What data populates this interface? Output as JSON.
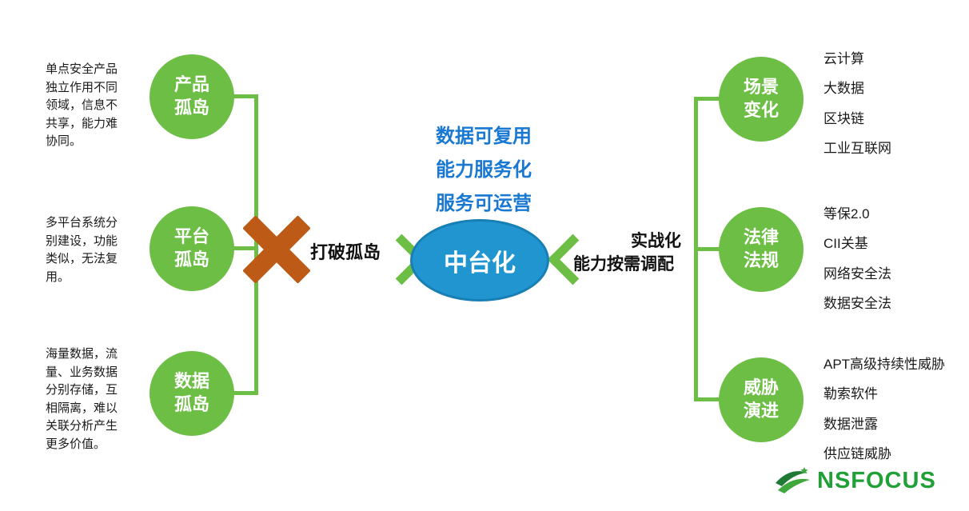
{
  "colors": {
    "island_green": "#6CBE45",
    "hub_blue": "#2095D0",
    "benefit_blue": "#1878D2",
    "x_brown": "#BD5A15",
    "logo_green": "#21A038"
  },
  "left_section": {
    "items": [
      {
        "desc": "单点安全产品独立作用不同领域，信息不共享，能力难协同。",
        "circle_line1": "产品",
        "circle_line2": "孤岛"
      },
      {
        "desc": "多平台系统分别建设，功能类似，无法复用。",
        "circle_line1": "平台",
        "circle_line2": "孤岛"
      },
      {
        "desc": "海量数据，流量、业务数据分别存储，互相隔离，难以关联分析产生更多价值。",
        "circle_line1": "数据",
        "circle_line2": "孤岛"
      }
    ]
  },
  "center_section": {
    "benefits": [
      "数据可复用",
      "能力服务化",
      "服务可运营"
    ],
    "break_label": "打破孤岛",
    "hub_label": "中台化",
    "right_note_line1": "实战化",
    "right_note_line2": "能力按需调配"
  },
  "right_section": {
    "items": [
      {
        "circle_line1": "场景",
        "circle_line2": "变化",
        "list": [
          "云计算",
          "大数据",
          "区块链",
          "工业互联网"
        ]
      },
      {
        "circle_line1": "法律",
        "circle_line2": "法规",
        "list": [
          "等保2.0",
          "CII关基",
          "网络安全法",
          "数据安全法"
        ]
      },
      {
        "circle_line1": "威胁",
        "circle_line2": "演进",
        "list": [
          "APT高级持续性威胁",
          "勒索软件",
          "数据泄露",
          "供应链威胁"
        ]
      }
    ]
  },
  "logo": {
    "brand": "NSFOCUS"
  }
}
